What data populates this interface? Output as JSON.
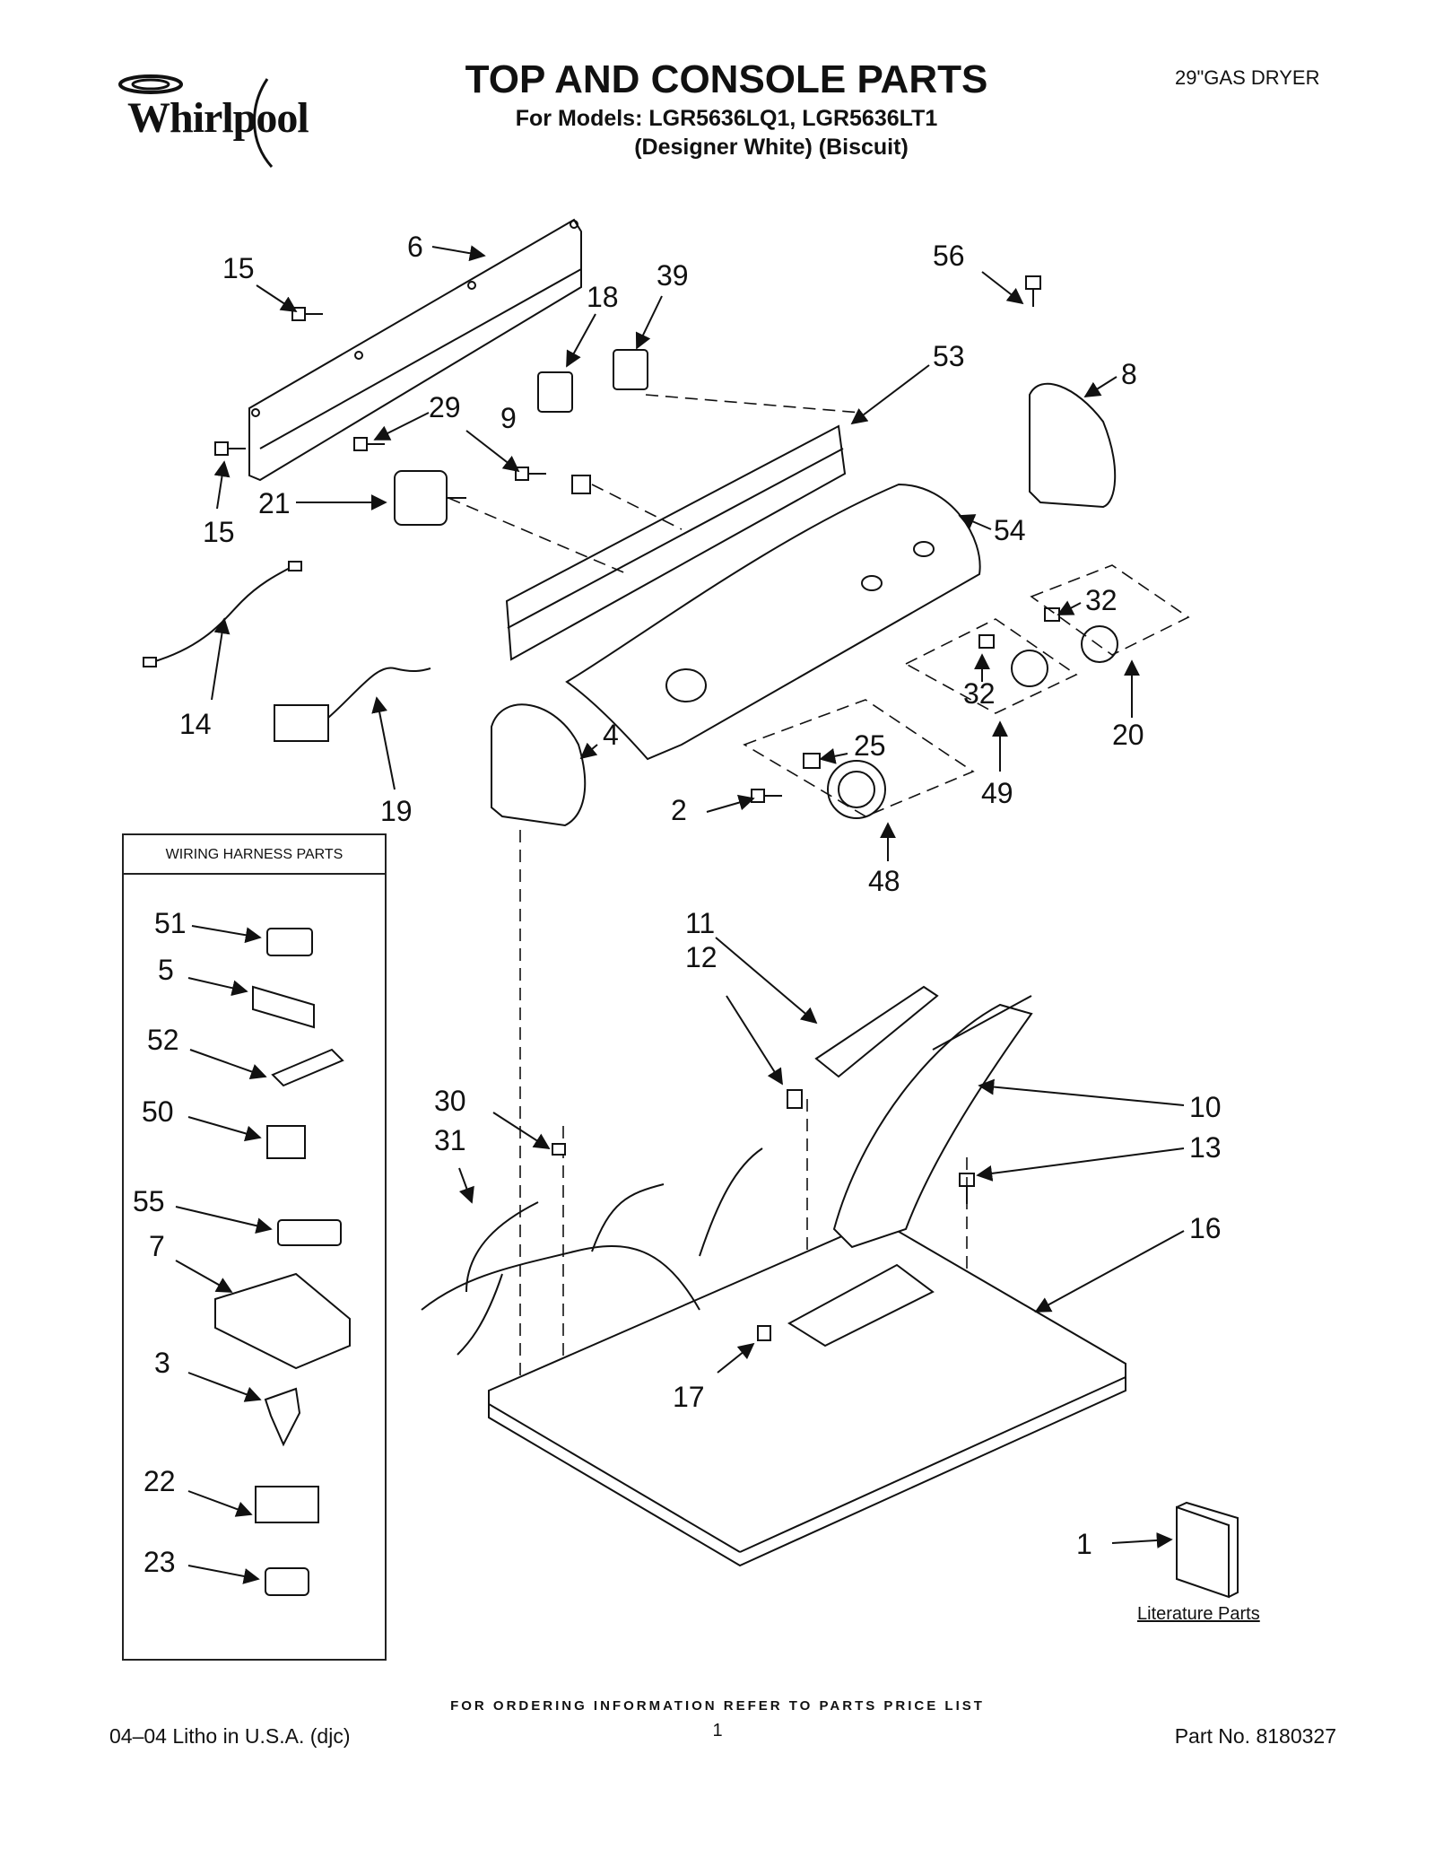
{
  "header": {
    "brand": "Whirlpool",
    "title": "TOP AND CONSOLE PARTS",
    "models_line": "For Models: LGR5636LQ1, LGR5636LT1",
    "colors_line": "(Designer White)  (Biscuit)",
    "product": "29\"GAS DRYER"
  },
  "harness_box": {
    "title": "WIRING HARNESS PARTS"
  },
  "literature_label": "Literature Parts",
  "ordering_note": "FOR ORDERING INFORMATION REFER TO PARTS PRICE LIST",
  "footer": {
    "litho": "04–04 Litho in U.S.A. (djc)",
    "page_number": "1",
    "part_number": "Part No. 8180327"
  },
  "callouts": {
    "c1": "1",
    "c2": "2",
    "c3": "3",
    "c4": "4",
    "c5": "5",
    "c6": "6",
    "c7": "7",
    "c8": "8",
    "c9": "9",
    "c10": "10",
    "c11": "11",
    "c12": "12",
    "c13": "13",
    "c14": "14",
    "c15a": "15",
    "c15b": "15",
    "c16": "16",
    "c17": "17",
    "c18": "18",
    "c19": "19",
    "c20": "20",
    "c21": "21",
    "c22": "22",
    "c23": "23",
    "c25": "25",
    "c29": "29",
    "c30": "30",
    "c31": "31",
    "c32a": "32",
    "c32b": "32",
    "c39": "39",
    "c48": "48",
    "c49": "49",
    "c50": "50",
    "c51": "51",
    "c52": "52",
    "c53": "53",
    "c54": "54",
    "c55": "55",
    "c56": "56"
  }
}
